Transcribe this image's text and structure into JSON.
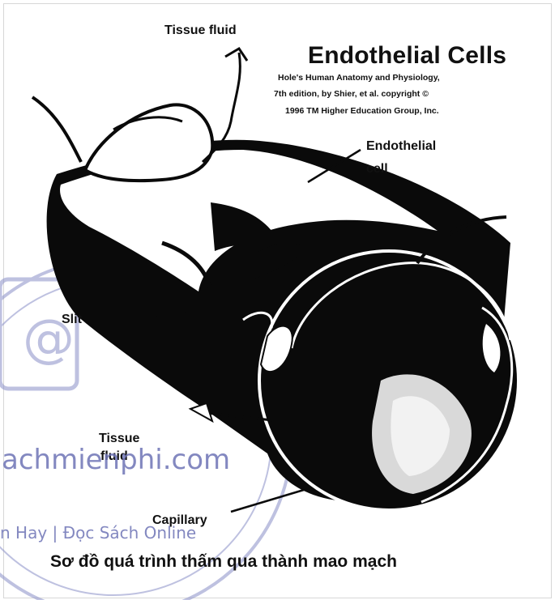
{
  "labels": {
    "tissue_fluid_top": "Tissue fluid",
    "endothelial_cell": [
      "Endothelial",
      "cell"
    ],
    "slit": "Slit",
    "tissue_fluid_bottom": [
      "Tissue",
      "fluid"
    ],
    "capillary": "Capillary"
  },
  "title": "Endothelial Cells",
  "credit_lines": [
    "Hole's Human Anatomy and Physiology,",
    "7th edition, by Shier, et al. copyright ©",
    "1996 TM Higher Education Group, Inc."
  ],
  "caption": "Sơ đồ quá trình thấm qua thành mao mạch",
  "watermark": {
    "site": "achmienphi.com",
    "tagline": "n Hay | Đọc Sách Online",
    "color": "#6e74b6"
  }
}
